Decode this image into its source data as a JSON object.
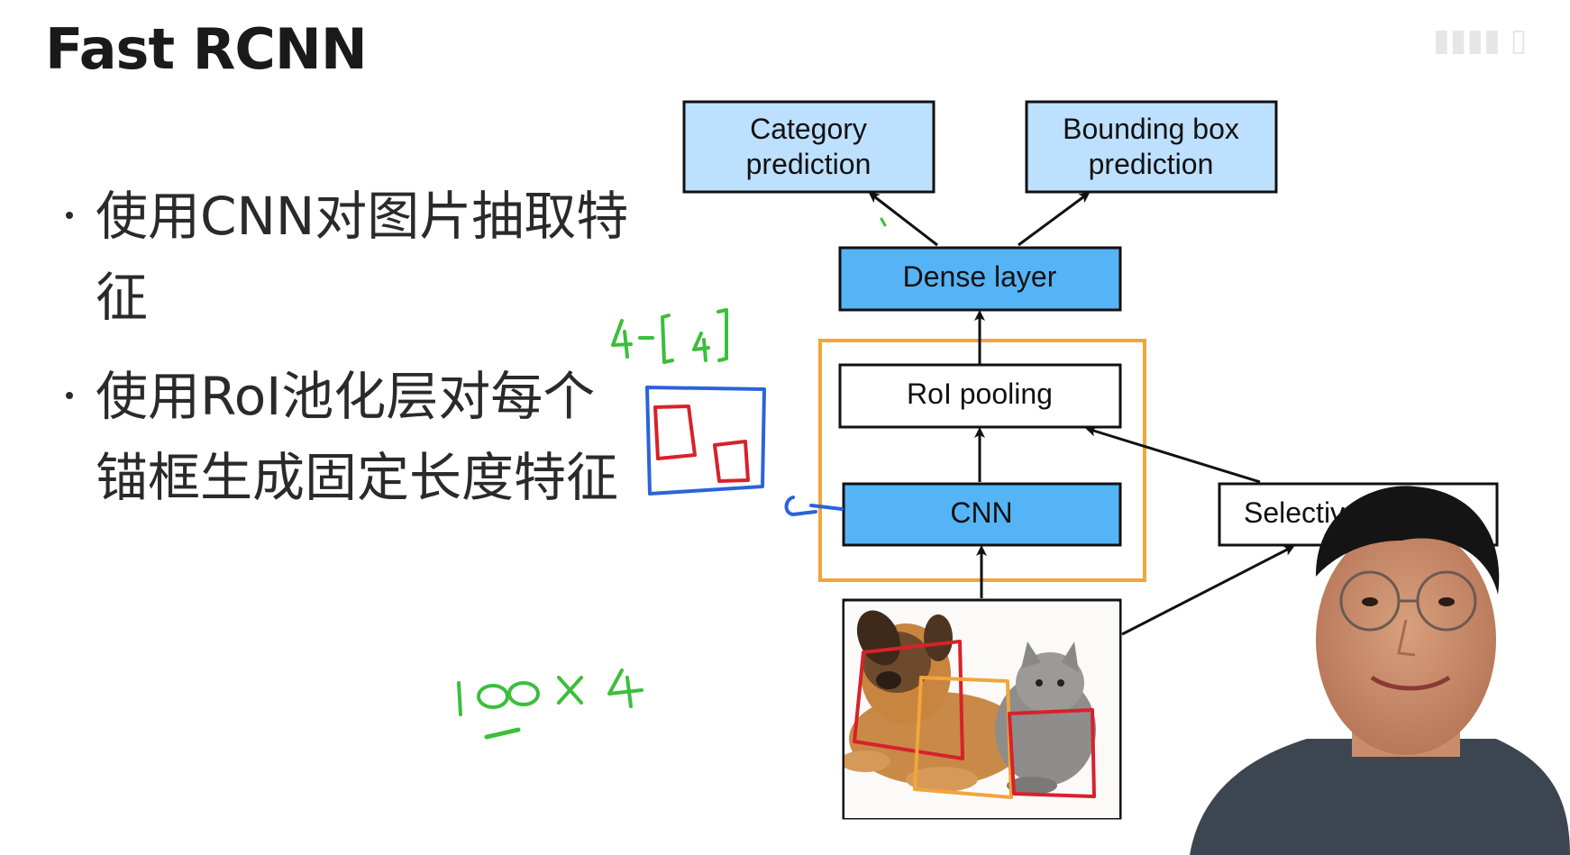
{
  "slide": {
    "title": "Fast RCNN",
    "bullets": [
      {
        "text": "使用CNN对图片抽取特征"
      },
      {
        "text": "使用RoI池化层对每个锚框生成固定长度特征"
      }
    ]
  },
  "diagram": {
    "category_prediction": "Category prediction",
    "category_line1": "Category",
    "category_line2": "prediction",
    "bbox_line1": "Bounding box",
    "bbox_line2": "prediction",
    "dense_layer": "Dense layer",
    "roi_pooling": "RoI pooling",
    "cnn": "CNN",
    "selective_search": "Selective search",
    "selective_search_visible": "Selectiv"
  },
  "annotations": {
    "handwritten_top": "4 [] 4]",
    "handwritten_bottom": "100 x 4"
  },
  "colors": {
    "blue_box_fill": "#55b4f6",
    "light_blue_fill": "#bde0ff",
    "orange_highlight": "#f2a53a",
    "marker_green": "#3bbf3b",
    "marker_red": "#d8212c",
    "marker_blue": "#2b63d9",
    "marker_orange": "#f2a53a"
  }
}
